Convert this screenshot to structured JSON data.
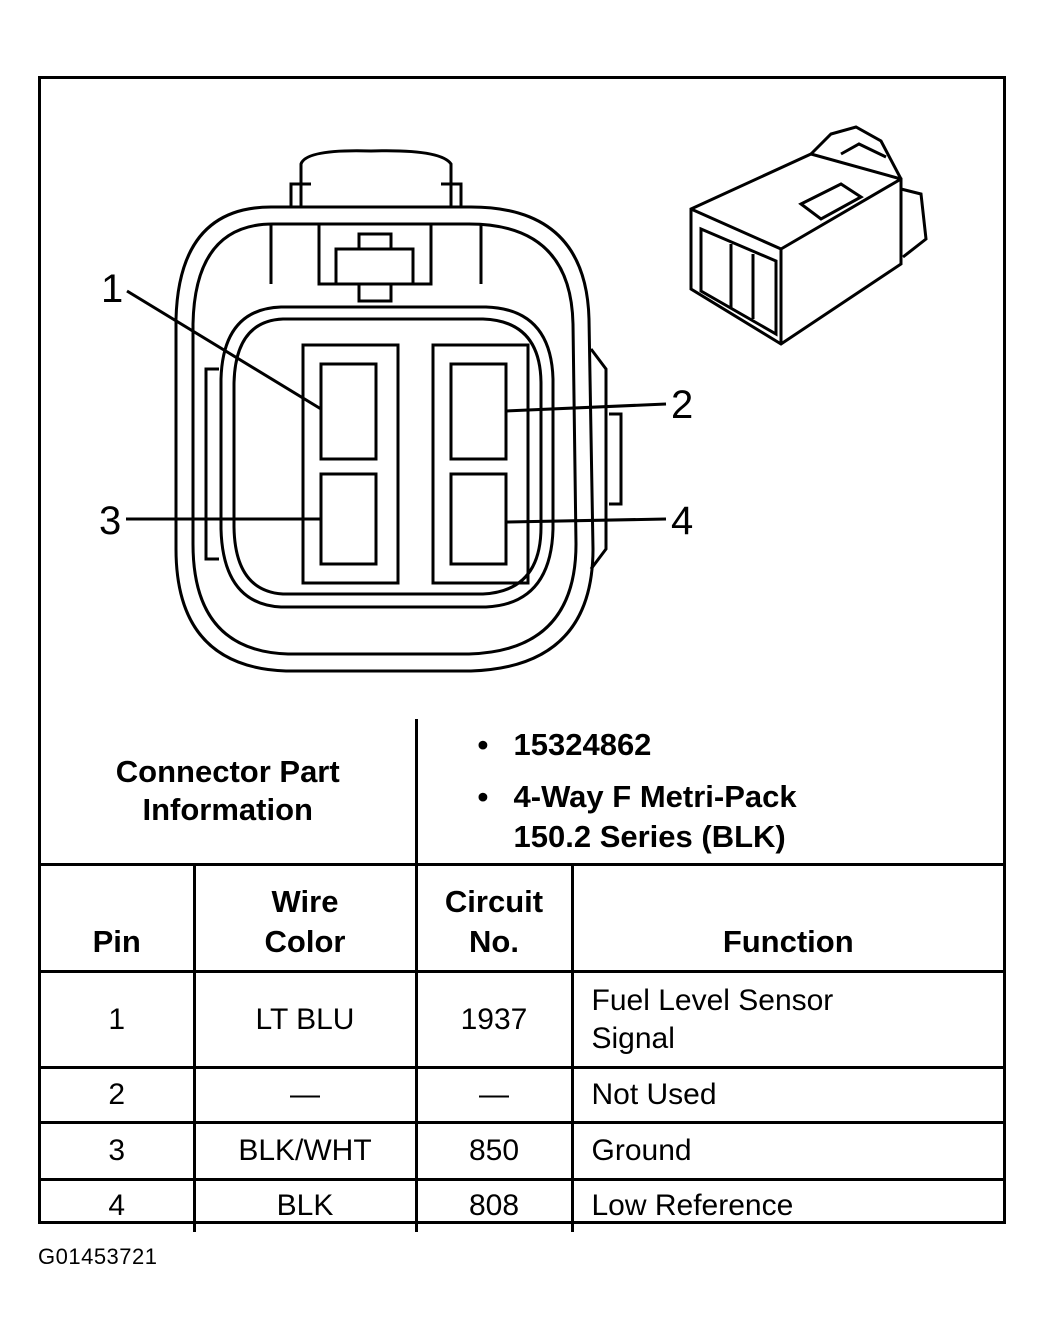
{
  "pin_callouts": [
    "1",
    "2",
    "3",
    "4"
  ],
  "connector_part_info": {
    "label": "Connector Part Information",
    "items": [
      "15324862",
      "4-Way F Metri-Pack 150.2 Series (BLK)"
    ]
  },
  "pin_table": {
    "headers": [
      "Pin",
      "Wire Color",
      "Circuit No.",
      "Function"
    ],
    "rows": [
      {
        "pin": "1",
        "wire_color": "LT BLU",
        "circuit": "1937",
        "function": "Fuel Level Sensor Signal"
      },
      {
        "pin": "2",
        "wire_color": "—",
        "circuit": "—",
        "function": "Not Used"
      },
      {
        "pin": "3",
        "wire_color": "BLK/WHT",
        "circuit": "850",
        "function": "Ground"
      },
      {
        "pin": "4",
        "wire_color": "BLK",
        "circuit": "808",
        "function": "Low Reference"
      }
    ]
  },
  "figure_id": "G01453721"
}
